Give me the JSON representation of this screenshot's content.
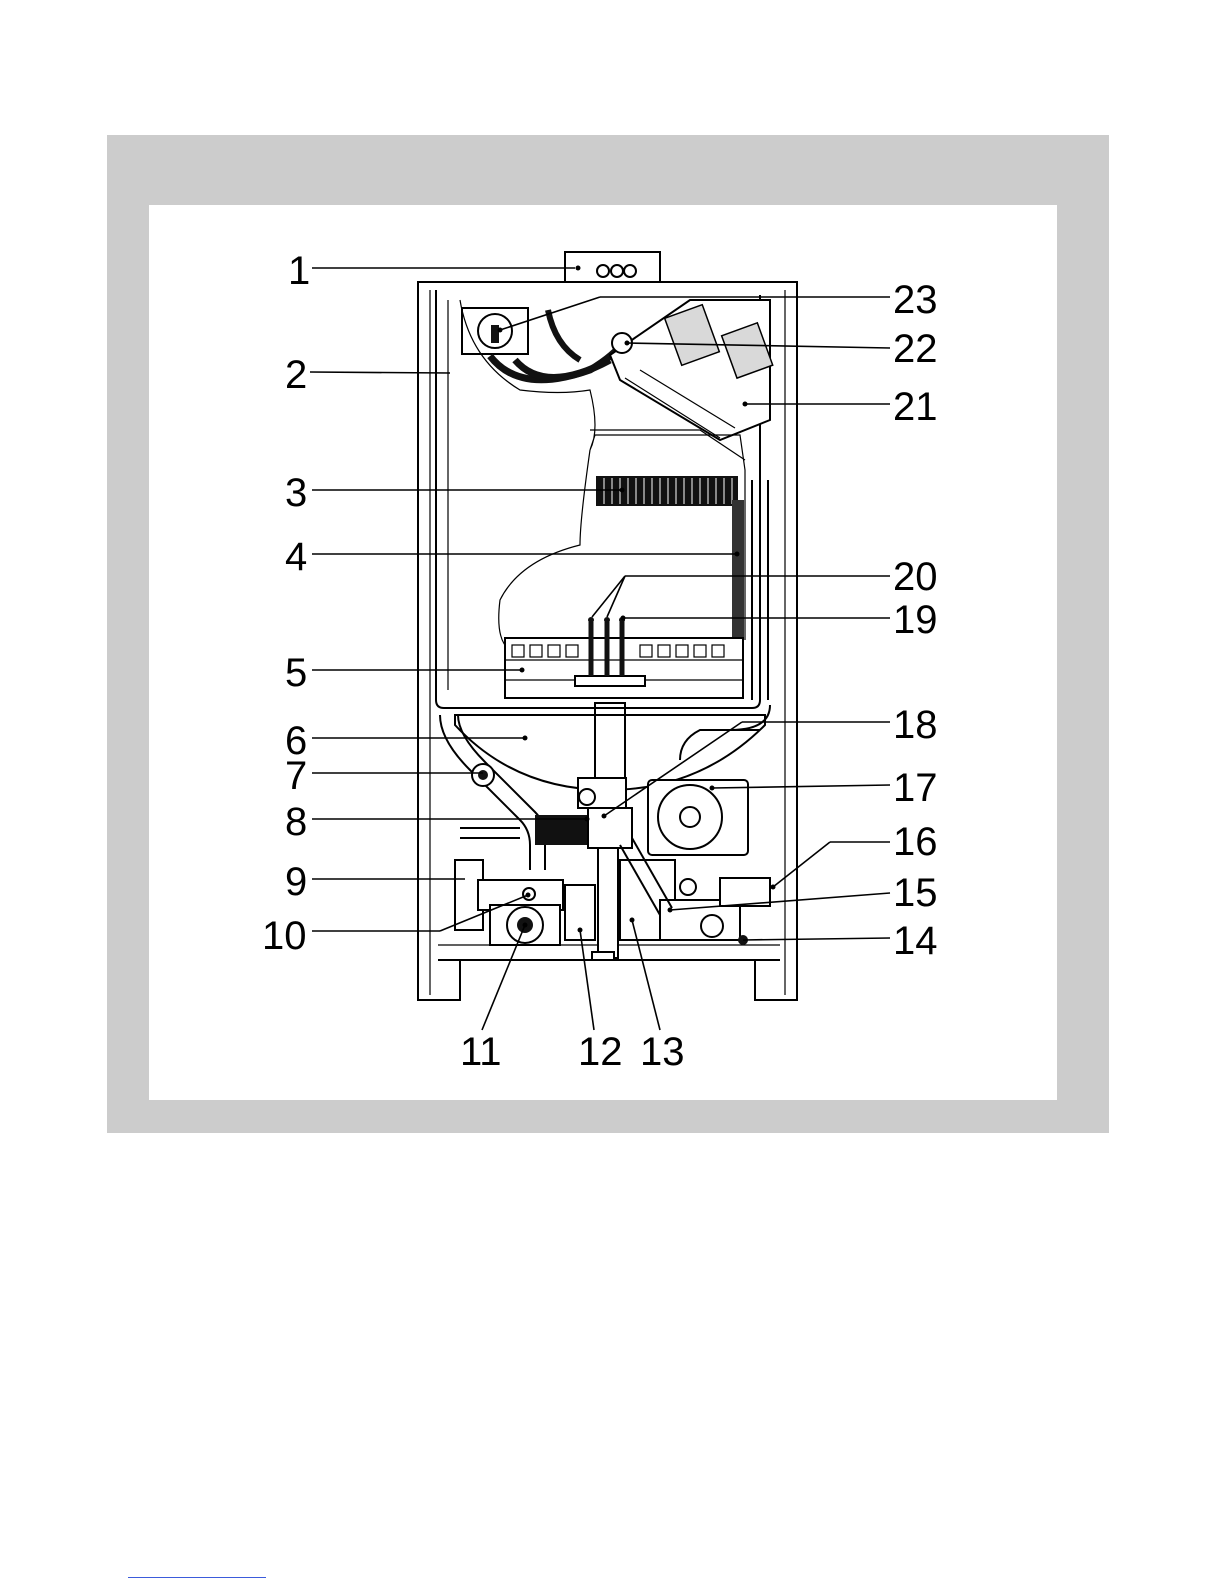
{
  "callouts": [
    {
      "id": "1",
      "text": "1"
    },
    {
      "id": "2",
      "text": "2"
    },
    {
      "id": "3",
      "text": "3"
    },
    {
      "id": "4",
      "text": "4"
    },
    {
      "id": "5",
      "text": "5"
    },
    {
      "id": "6",
      "text": "6"
    },
    {
      "id": "7",
      "text": "7"
    },
    {
      "id": "8",
      "text": "8"
    },
    {
      "id": "9",
      "text": "9"
    },
    {
      "id": "10",
      "text": "10"
    },
    {
      "id": "11",
      "text": "11"
    },
    {
      "id": "12",
      "text": "12"
    },
    {
      "id": "13",
      "text": "13"
    },
    {
      "id": "14",
      "text": "14"
    },
    {
      "id": "15",
      "text": "15"
    },
    {
      "id": "16",
      "text": "16"
    },
    {
      "id": "17",
      "text": "17"
    },
    {
      "id": "18",
      "text": "18"
    },
    {
      "id": "19",
      "text": "19"
    },
    {
      "id": "20",
      "text": "20"
    },
    {
      "id": "21",
      "text": "21"
    },
    {
      "id": "22",
      "text": "22"
    },
    {
      "id": "23",
      "text": "23"
    }
  ],
  "colors": {
    "frame": "#cccccc",
    "panel": "#ffffff",
    "ink": "#000000",
    "link": "#3b5bdb"
  }
}
